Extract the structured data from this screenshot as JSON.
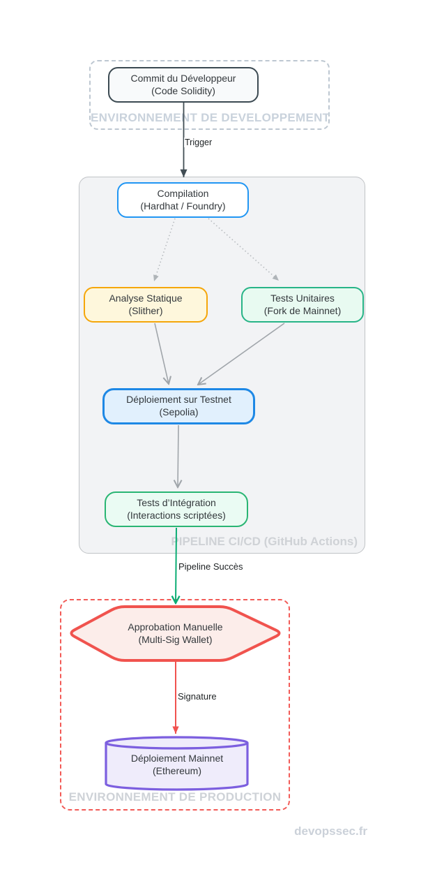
{
  "watermark": "devopssec.fr",
  "containers": {
    "dev": {
      "label": "ENVIRONNEMENT DE DEVELOPPEMENT",
      "border_color": "#BDC7D1",
      "label_color": "#C9D2DC",
      "border_style": "dashed"
    },
    "pipeline": {
      "label": "PIPELINE CI/CD (GitHub Actions)",
      "fill": "#F2F3F5",
      "border_color": "#C0C3C6",
      "label_color": "#CFD2D6",
      "border_style": "solid"
    },
    "prod": {
      "label": "ENVIRONNEMENT DE PRODUCTION",
      "border_color": "#F25B57",
      "label_color": "#CED2D7",
      "border_style": "dashed"
    }
  },
  "nodes": {
    "commit": {
      "line1": "Commit du Développeur",
      "line2": "(Code Solidity)",
      "shape": "rounded-rect",
      "border_color": "#3C4A52",
      "fill": "#F8FAFB"
    },
    "compilation": {
      "line1": "Compilation",
      "line2": "(Hardhat / Foundry)",
      "shape": "rounded-rect",
      "border_color": "#2196F3",
      "fill": "#FFFFFF"
    },
    "static_analysis": {
      "line1": "Analyse Statique",
      "line2": "(Slither)",
      "shape": "rounded-rect",
      "border_color": "#F5A60A",
      "fill": "#FEF7DC"
    },
    "unit_tests": {
      "line1": "Tests Unitaires",
      "line2": "(Fork de Mainnet)",
      "shape": "rounded-rect",
      "border_color": "#28B487",
      "fill": "#E8FAF1"
    },
    "testnet_deploy": {
      "line1": "Déploiement sur Testnet",
      "line2": "(Sepolia)",
      "shape": "rounded-rect",
      "border_color": "#1E88E5",
      "fill": "#E1F0FD"
    },
    "integration_tests": {
      "line1": "Tests d’Intégration",
      "line2": "(Interactions scriptées)",
      "shape": "rounded-rect",
      "border_color": "#29B573",
      "fill": "#EAFBF3"
    },
    "manual_approval": {
      "line1": "Approbation Manuelle",
      "line2": "(Multi-Sig Wallet)",
      "shape": "hexagon",
      "border_color": "#F0534E",
      "fill": "#FCEDEA"
    },
    "mainnet_deploy": {
      "line1": "Déploiement Mainnet",
      "line2": "(Ethereum)",
      "shape": "cylinder",
      "border_color": "#7C5FDF",
      "fill": "#EFECFB"
    }
  },
  "edges": {
    "trigger": {
      "label": "Trigger",
      "color": "#414D54",
      "style": "solid",
      "from": "commit",
      "to": "compilation"
    },
    "compilation_to_static": {
      "color": "#B6BABE",
      "style": "dotted",
      "from": "compilation",
      "to": "static_analysis"
    },
    "compilation_to_unit": {
      "color": "#B6BABE",
      "style": "dotted",
      "from": "compilation",
      "to": "unit_tests"
    },
    "static_to_testnet": {
      "color": "#A0A5AA",
      "style": "solid",
      "from": "static_analysis",
      "to": "testnet_deploy"
    },
    "unit_to_testnet": {
      "color": "#A0A5AA",
      "style": "solid",
      "from": "unit_tests",
      "to": "testnet_deploy"
    },
    "testnet_to_integration": {
      "color": "#A0A5AA",
      "style": "solid",
      "from": "testnet_deploy",
      "to": "integration_tests"
    },
    "pipeline_success": {
      "label": "Pipeline Succès",
      "color": "#0CAD74",
      "style": "solid",
      "from": "integration_tests",
      "to": "manual_approval"
    },
    "signature": {
      "label": "Signature",
      "color": "#F0524F",
      "style": "solid",
      "from": "manual_approval",
      "to": "mainnet_deploy"
    }
  }
}
